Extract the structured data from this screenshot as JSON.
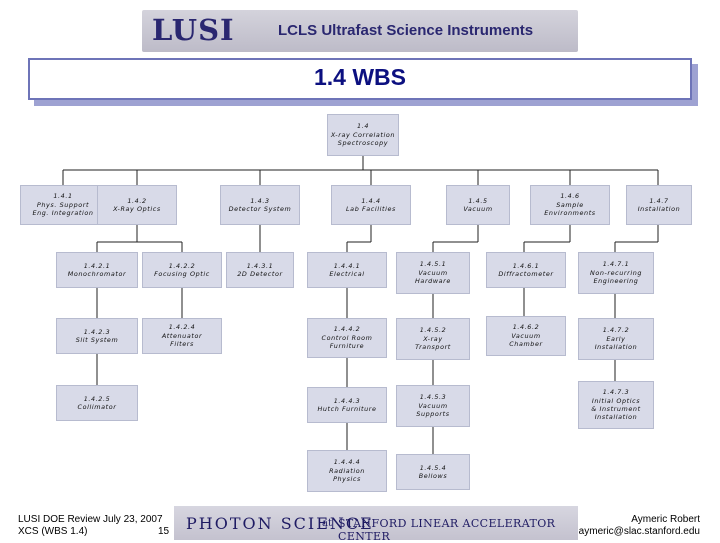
{
  "header": {
    "logo_text": "LUSI",
    "tagline": "LCLS Ultrafast Science Instruments"
  },
  "page_title": "1.4 WBS",
  "root": {
    "text": "1.4\nX-ray Correlation\nSpectroscopy"
  },
  "level2": [
    {
      "text": "1.4.1\nPhys. Support\nEng. Integration"
    },
    {
      "text": "1.4.2\nX-Ray Optics"
    },
    {
      "text": "1.4.3\nDetector System"
    },
    {
      "text": "1.4.4\nLab Facilities"
    },
    {
      "text": "1.4.5\nVacuum"
    },
    {
      "text": "1.4.6\nSample\nEnvironments"
    },
    {
      "text": "1.4.7\nInstallation"
    }
  ],
  "level3": {
    "c1": [
      {
        "text": "1.4.2.1\nMonochromator"
      },
      {
        "text": "1.4.2.3\nSlit System"
      },
      {
        "text": "1.4.2.5\nCollimator"
      }
    ],
    "c2": [
      {
        "text": "1.4.2.2\nFocusing Optic"
      },
      {
        "text": "1.4.2.4\nAttenuator\nFilters"
      }
    ],
    "c3": [
      {
        "text": "1.4.3.1\n2D Detector"
      }
    ],
    "c4": [
      {
        "text": "1.4.4.1\nElectrical"
      },
      {
        "text": "1.4.4.2\nControl Room\nFurniture"
      },
      {
        "text": "1.4.4.3\nHutch Furniture"
      },
      {
        "text": "1.4.4.4\nRadiation\nPhysics"
      }
    ],
    "c5": [
      {
        "text": "1.4.5.1\nVacuum\nHardware"
      },
      {
        "text": "1.4.5.2\nX-ray\nTransport"
      },
      {
        "text": "1.4.5.3\nVacuum\nSupports"
      },
      {
        "text": "1.4.5.4\nBellows"
      }
    ],
    "c6": [
      {
        "text": "1.4.6.1\nDiffractometer"
      },
      {
        "text": "1.4.6.2\nVacuum\nChamber"
      }
    ],
    "c7": [
      {
        "text": "1.4.7.1\nNon-recurring\nEngineering"
      },
      {
        "text": "1.4.7.2\nEarly\nInstallation"
      },
      {
        "text": "1.4.7.3\nInitial Optics\n& Instrument\nInstallation"
      }
    ]
  },
  "footer": {
    "left_line1": "LUSI DOE Review July 23, 2007",
    "left_line2": "XCS (WBS 1.4)",
    "page_number": "15",
    "photon_science": "PHOTON SCIENCE",
    "at": "at",
    "slac": "STANFORD LINEAR ACCELERATOR CENTER",
    "author": "Aymeric Robert",
    "email": "aymeric@slac.stanford.edu"
  }
}
